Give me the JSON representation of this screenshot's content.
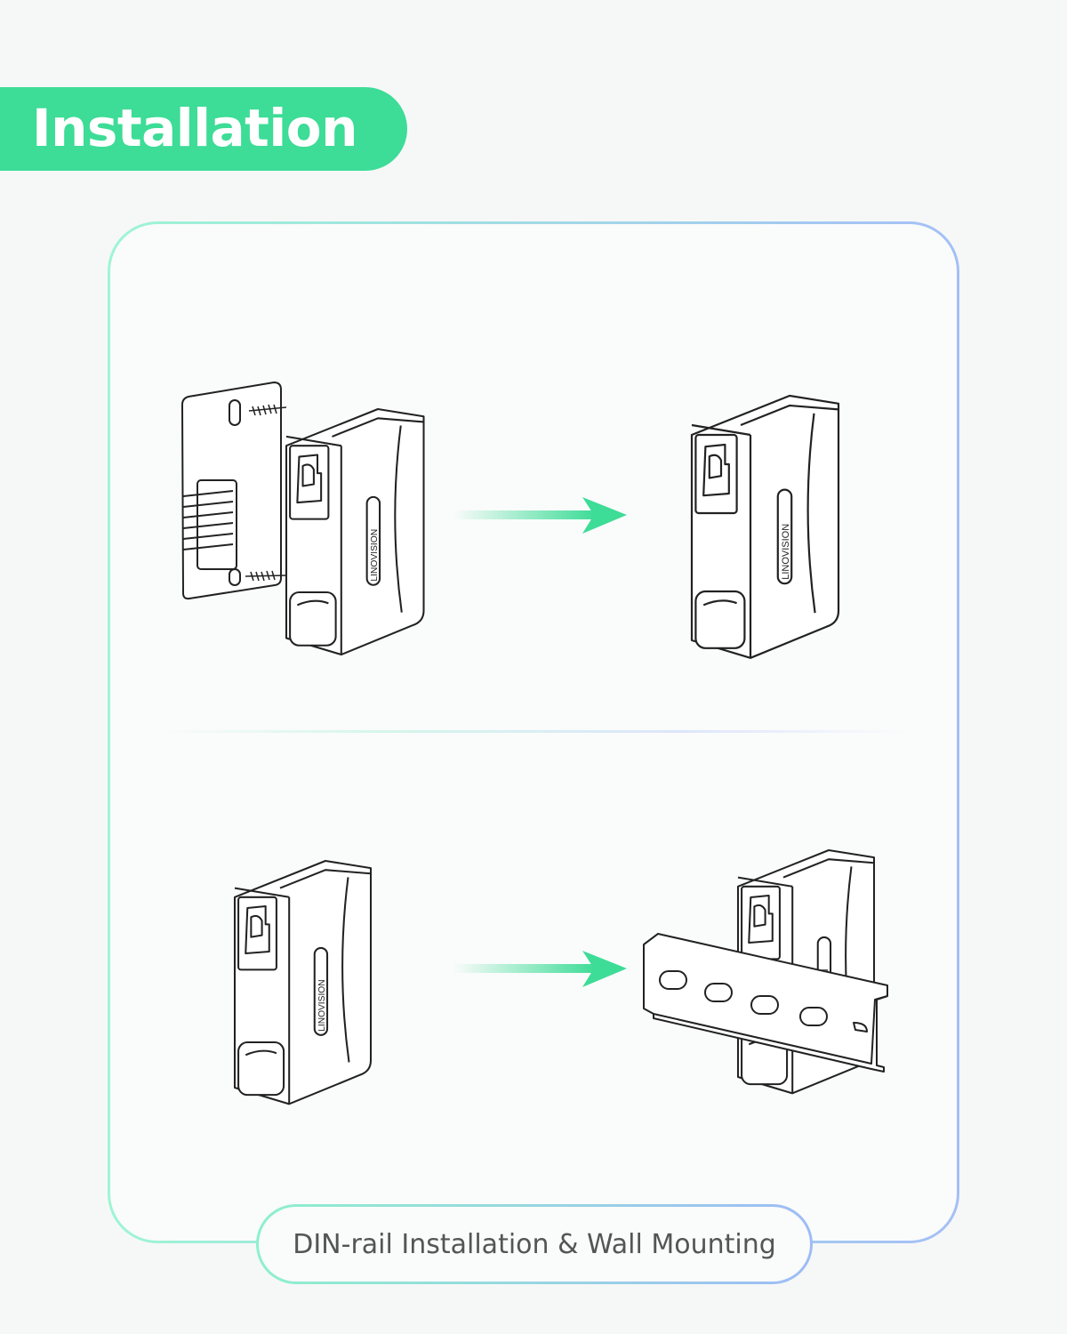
{
  "header": {
    "title": "Installation"
  },
  "device": {
    "brand": "LINOVISION"
  },
  "caption": "DIN-rail Installation & Wall Mounting",
  "colors": {
    "accent": "#3ddc97",
    "frame_start": "#9ef5d4",
    "frame_end": "#a4bff7"
  }
}
